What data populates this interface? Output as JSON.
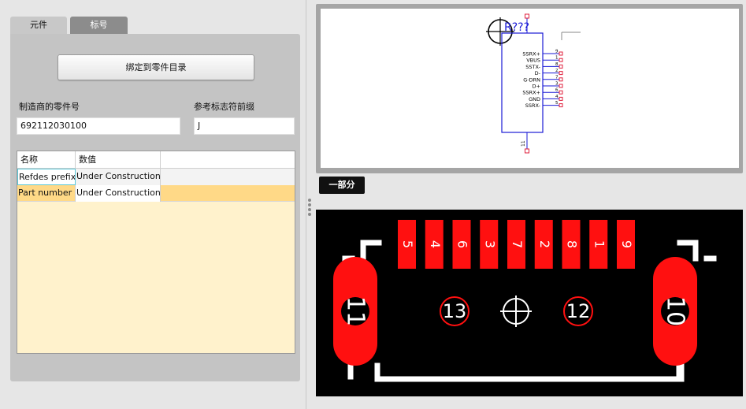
{
  "tabs": [
    {
      "label": "元件",
      "active": true
    },
    {
      "label": "标号",
      "active": false
    }
  ],
  "bind_button": {
    "label": "绑定到零件目录"
  },
  "fields": {
    "mfr_part_label": "制造商的零件号",
    "mfr_part_value": "692112030100",
    "refdes_label": "参考标志符前缀",
    "refdes_value": "J"
  },
  "grid": {
    "columns": [
      "名称",
      "数值",
      ""
    ],
    "rows": [
      {
        "name": "Refdes prefix",
        "value": "Under Construction"
      },
      {
        "name": "Part number",
        "value": "Under Construction"
      }
    ]
  },
  "schematic": {
    "refdes": "R???",
    "pins": [
      {
        "name": "SSRX+",
        "num": "9"
      },
      {
        "name": "VBUS",
        "num": "1"
      },
      {
        "name": "SSTX-",
        "num": "8"
      },
      {
        "name": "D-",
        "num": "2"
      },
      {
        "name": "G-DRN",
        "num": "7"
      },
      {
        "name": "D+",
        "num": "3"
      },
      {
        "name": "SSRX+",
        "num": "6"
      },
      {
        "name": "GND",
        "num": "4"
      },
      {
        "name": "SSRX-",
        "num": "5"
      }
    ],
    "bottom_pin": "11",
    "colors": {
      "body": "#1a1ad6",
      "pin": "#1a1ad6",
      "pin_end": "#e0203c"
    }
  },
  "part_button": {
    "label": "一部分"
  },
  "pcb": {
    "pads": [
      "5",
      "4",
      "6",
      "3",
      "7",
      "2",
      "8",
      "1",
      "9"
    ],
    "mount_left": "11",
    "mount_right": "10",
    "via_left": "13",
    "via_right": "12",
    "colors": {
      "pad": "#ff1010",
      "silk": "#ffffff",
      "bg": "#000000"
    }
  }
}
